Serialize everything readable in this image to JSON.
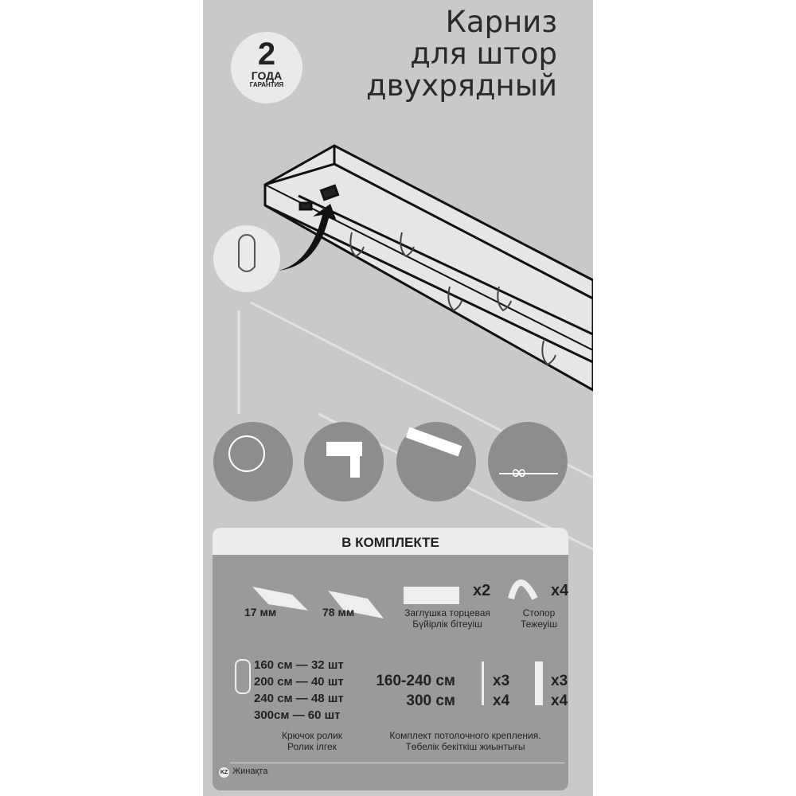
{
  "product": {
    "title_lines": [
      "Карниз",
      "для штор",
      "двухрядный"
    ],
    "warranty": {
      "number": "2",
      "unit": "ГОДА",
      "label": "ГАРАНТИЯ"
    }
  },
  "feature_icons": [
    "sun-resistant-icon",
    "drill-install-icon",
    "sliding-hook-rail-icon",
    "extendable-joint-icon"
  ],
  "kit": {
    "heading": "В КОМПЛЕКТЕ",
    "profile_widths": [
      "17 мм",
      "78 мм"
    ],
    "end_cap": {
      "qty": "x2",
      "label_ru": "Заглушка торцевая",
      "label_kz": "Бүйірлік бітеуіш"
    },
    "stopper": {
      "qty": "x4",
      "label_ru": "Стопор",
      "label_kz": "Тежеуіш"
    },
    "hooks": {
      "rows": [
        "160 см — 32 шт",
        "200 см — 40 шт",
        "240 см — 48 шт",
        "300см — 60 шт"
      ],
      "label_ru": "Крючок ролик",
      "label_kz": "Ролик ілгек"
    },
    "mounting": {
      "lengths": [
        "160-240 см",
        "300 см"
      ],
      "screw_qty": [
        "x3",
        "x4"
      ],
      "dowel_qty": [
        "x3",
        "x4"
      ],
      "label_ru": "Комплект потолочного крепления.",
      "label_kz": "Төбелік бекіткіш жиынтығы"
    },
    "footer": {
      "lang_code": "KZ",
      "text": "Жинақта"
    }
  }
}
